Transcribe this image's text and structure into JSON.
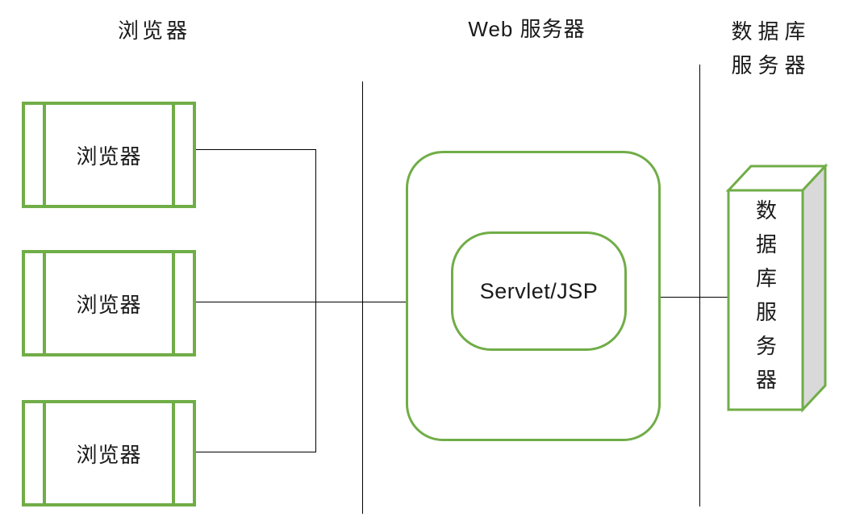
{
  "diagram": {
    "headings": {
      "browser": "浏览器",
      "web_server": "Web 服务器",
      "db_server_line1": "数据库",
      "db_server_line2": "服务器"
    },
    "browser_nodes": [
      {
        "label": "浏览器"
      },
      {
        "label": "浏览器"
      },
      {
        "label": "浏览器"
      }
    ],
    "web_server_node": {
      "label": "Servlet/JSP"
    },
    "db_node": {
      "label": "数据库服务器"
    },
    "colors": {
      "shape_stroke_green": "#70AD47",
      "cube_side_fill": "#D9D9D9",
      "connector_black": "#000000",
      "background": "#FFFFFF"
    }
  }
}
